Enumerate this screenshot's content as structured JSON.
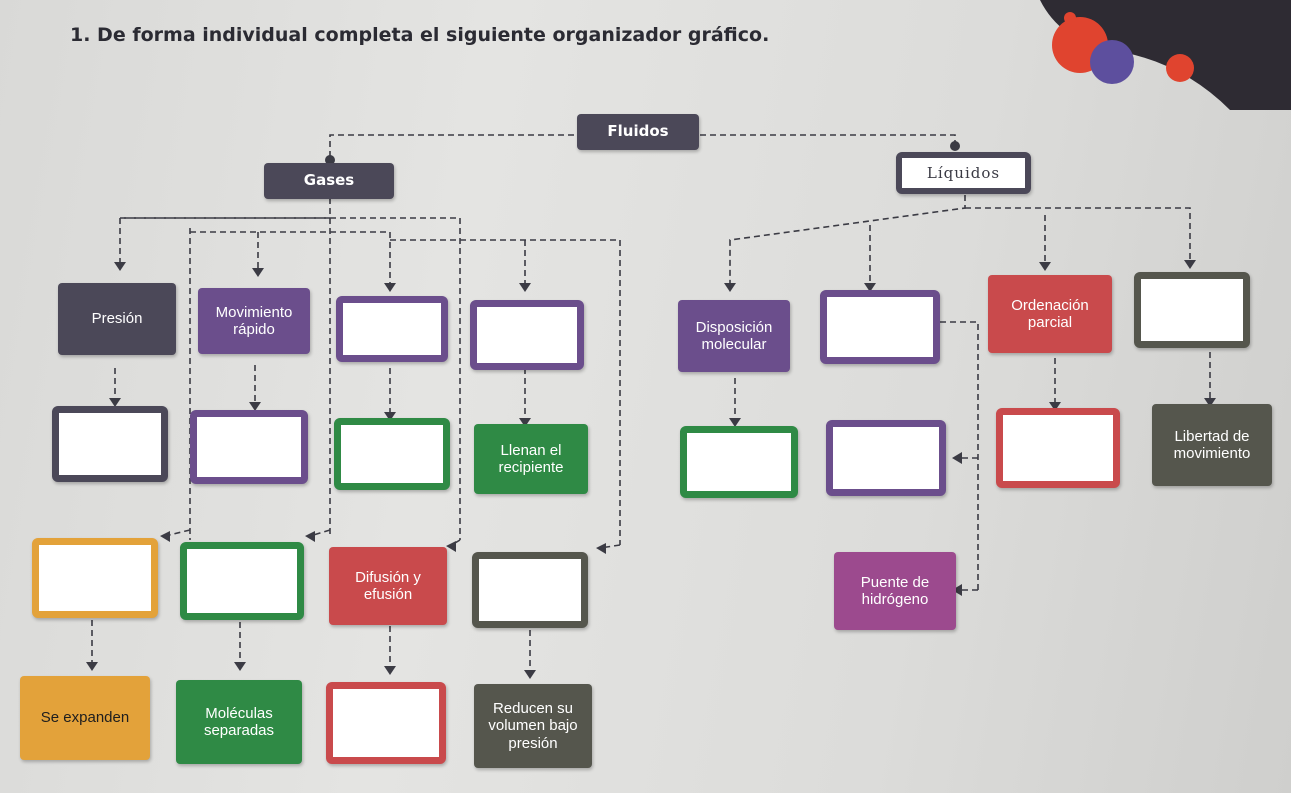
{
  "instruction": "1.  De forma individual completa el siguiente organizador gráfico.",
  "colors": {
    "dark": "#4b4858",
    "violet": "#6b4e8c",
    "green": "#2f8a45",
    "red": "#c94a4c",
    "magenta": "#9c4a8e",
    "orange": "#e3a23a",
    "olive": "#55564d"
  },
  "diagram": {
    "root": "Fluidos",
    "left_branch": {
      "title": "Gases",
      "row1": [
        "Presión",
        "Movimiento rápido",
        "",
        ""
      ],
      "row2": [
        "",
        "",
        "",
        "Llenan el recipiente"
      ],
      "row3": [
        "",
        "",
        "Difusión y efusión",
        ""
      ],
      "row4": [
        "Se expanden",
        "Moléculas separadas",
        "",
        "Reducen su volumen bajo presión"
      ]
    },
    "right_branch": {
      "title_handwritten": "Líquidos",
      "row1": [
        "Disposición molecular",
        "",
        "Ordenación parcial",
        ""
      ],
      "row2": [
        "",
        "",
        "",
        "Libertad de movimiento"
      ],
      "row3": [
        "Puente de hidrógeno"
      ]
    }
  }
}
